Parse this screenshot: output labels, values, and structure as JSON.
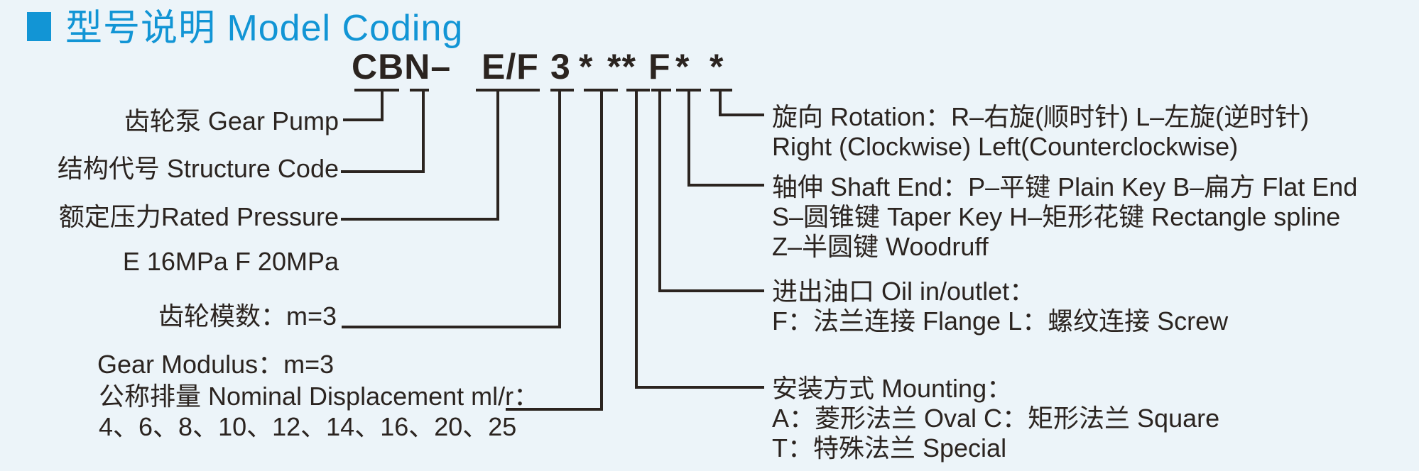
{
  "title": {
    "text": "型号说明 Model Coding"
  },
  "colors": {
    "accent": "#1295d5",
    "ink": "#2b2420",
    "background": "#ecf4f9"
  },
  "model_code": {
    "segments": [
      {
        "id": "series",
        "text": "CBN–"
      },
      {
        "id": "pressure-code",
        "text": "E/F"
      },
      {
        "id": "gear-modulus",
        "text": "3"
      },
      {
        "id": "displacement",
        "text": "*"
      },
      {
        "id": "mounting",
        "text": "**"
      },
      {
        "id": "oil-port",
        "text": "F"
      },
      {
        "id": "shaft-end",
        "text": "*"
      },
      {
        "id": "rotation",
        "text": "*"
      }
    ]
  },
  "left_labels": {
    "gear_pump": "齿轮泵 Gear Pump",
    "structure_code": "结构代号 Structure Code",
    "rated_pressure": "额定压力Rated Pressure",
    "pressure_values": "E 16MPa  F 20MPa",
    "gear_modulus_cn": "齿轮模数：m=3",
    "gear_modulus_en": "Gear Modulus：m=3",
    "displacement_label": "公称排量 Nominal Displacement ml/r：",
    "displacement_values": "4、6、8、10、12、14、16、20、25"
  },
  "right_labels": {
    "rotation": {
      "lines": [
        "旋向 Rotation：R–右旋(顺时针) L–左旋(逆时针)",
        "Right (Clockwise)  Left(Counterclockwise)"
      ]
    },
    "shaft_end": {
      "lines": [
        "轴伸 Shaft End：P–平键 Plain Key  B–扁方 Flat End",
        "S–圆锥键 Taper Key  H–矩形花键 Rectangle spline",
        "Z–半圆键 Woodruff"
      ]
    },
    "oil_port": {
      "lines": [
        "进出油口 Oil in/outlet：",
        "F：法兰连接 Flange  L：螺纹连接 Screw"
      ]
    },
    "mounting": {
      "lines": [
        "安装方式 Mounting：",
        "A：菱形法兰 Oval  C：矩形法兰 Square",
        "T：特殊法兰 Special"
      ]
    }
  }
}
